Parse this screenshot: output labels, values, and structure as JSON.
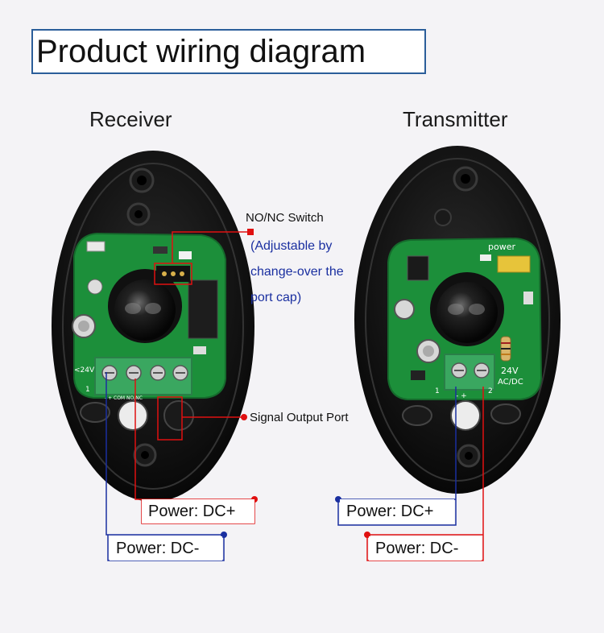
{
  "title": "Product wiring diagram",
  "receiver": {
    "label": "Receiver",
    "terminal_voltage": "<24V",
    "pin_1": "1",
    "port_marks": "- + COM NO/NC",
    "switch_label": "NO/NC Switch",
    "switch_note": [
      "(Adjustable by",
      "change-over the",
      "port cap)"
    ],
    "signal_label": "Signal Output Port",
    "power_dc_plus": "Power: DC+",
    "power_dc_minus": "Power: DC-"
  },
  "transmitter": {
    "label": "Transmitter",
    "board_text": "power",
    "voltage": "24V",
    "acdc": "AC/DC",
    "pin_1": "1",
    "pin_2": "2",
    "terminal_marks": "- +",
    "power_dc_plus": "Power: DC+",
    "power_dc_minus": "Power: DC-"
  },
  "colors": {
    "red_wire": "#e01010",
    "blue_wire": "#1a2fa0",
    "pcb_green": "#1c8f3a",
    "terminal_green": "#3aa760",
    "housing": "#0b0b0b",
    "title_border": "#2b5e9a"
  }
}
